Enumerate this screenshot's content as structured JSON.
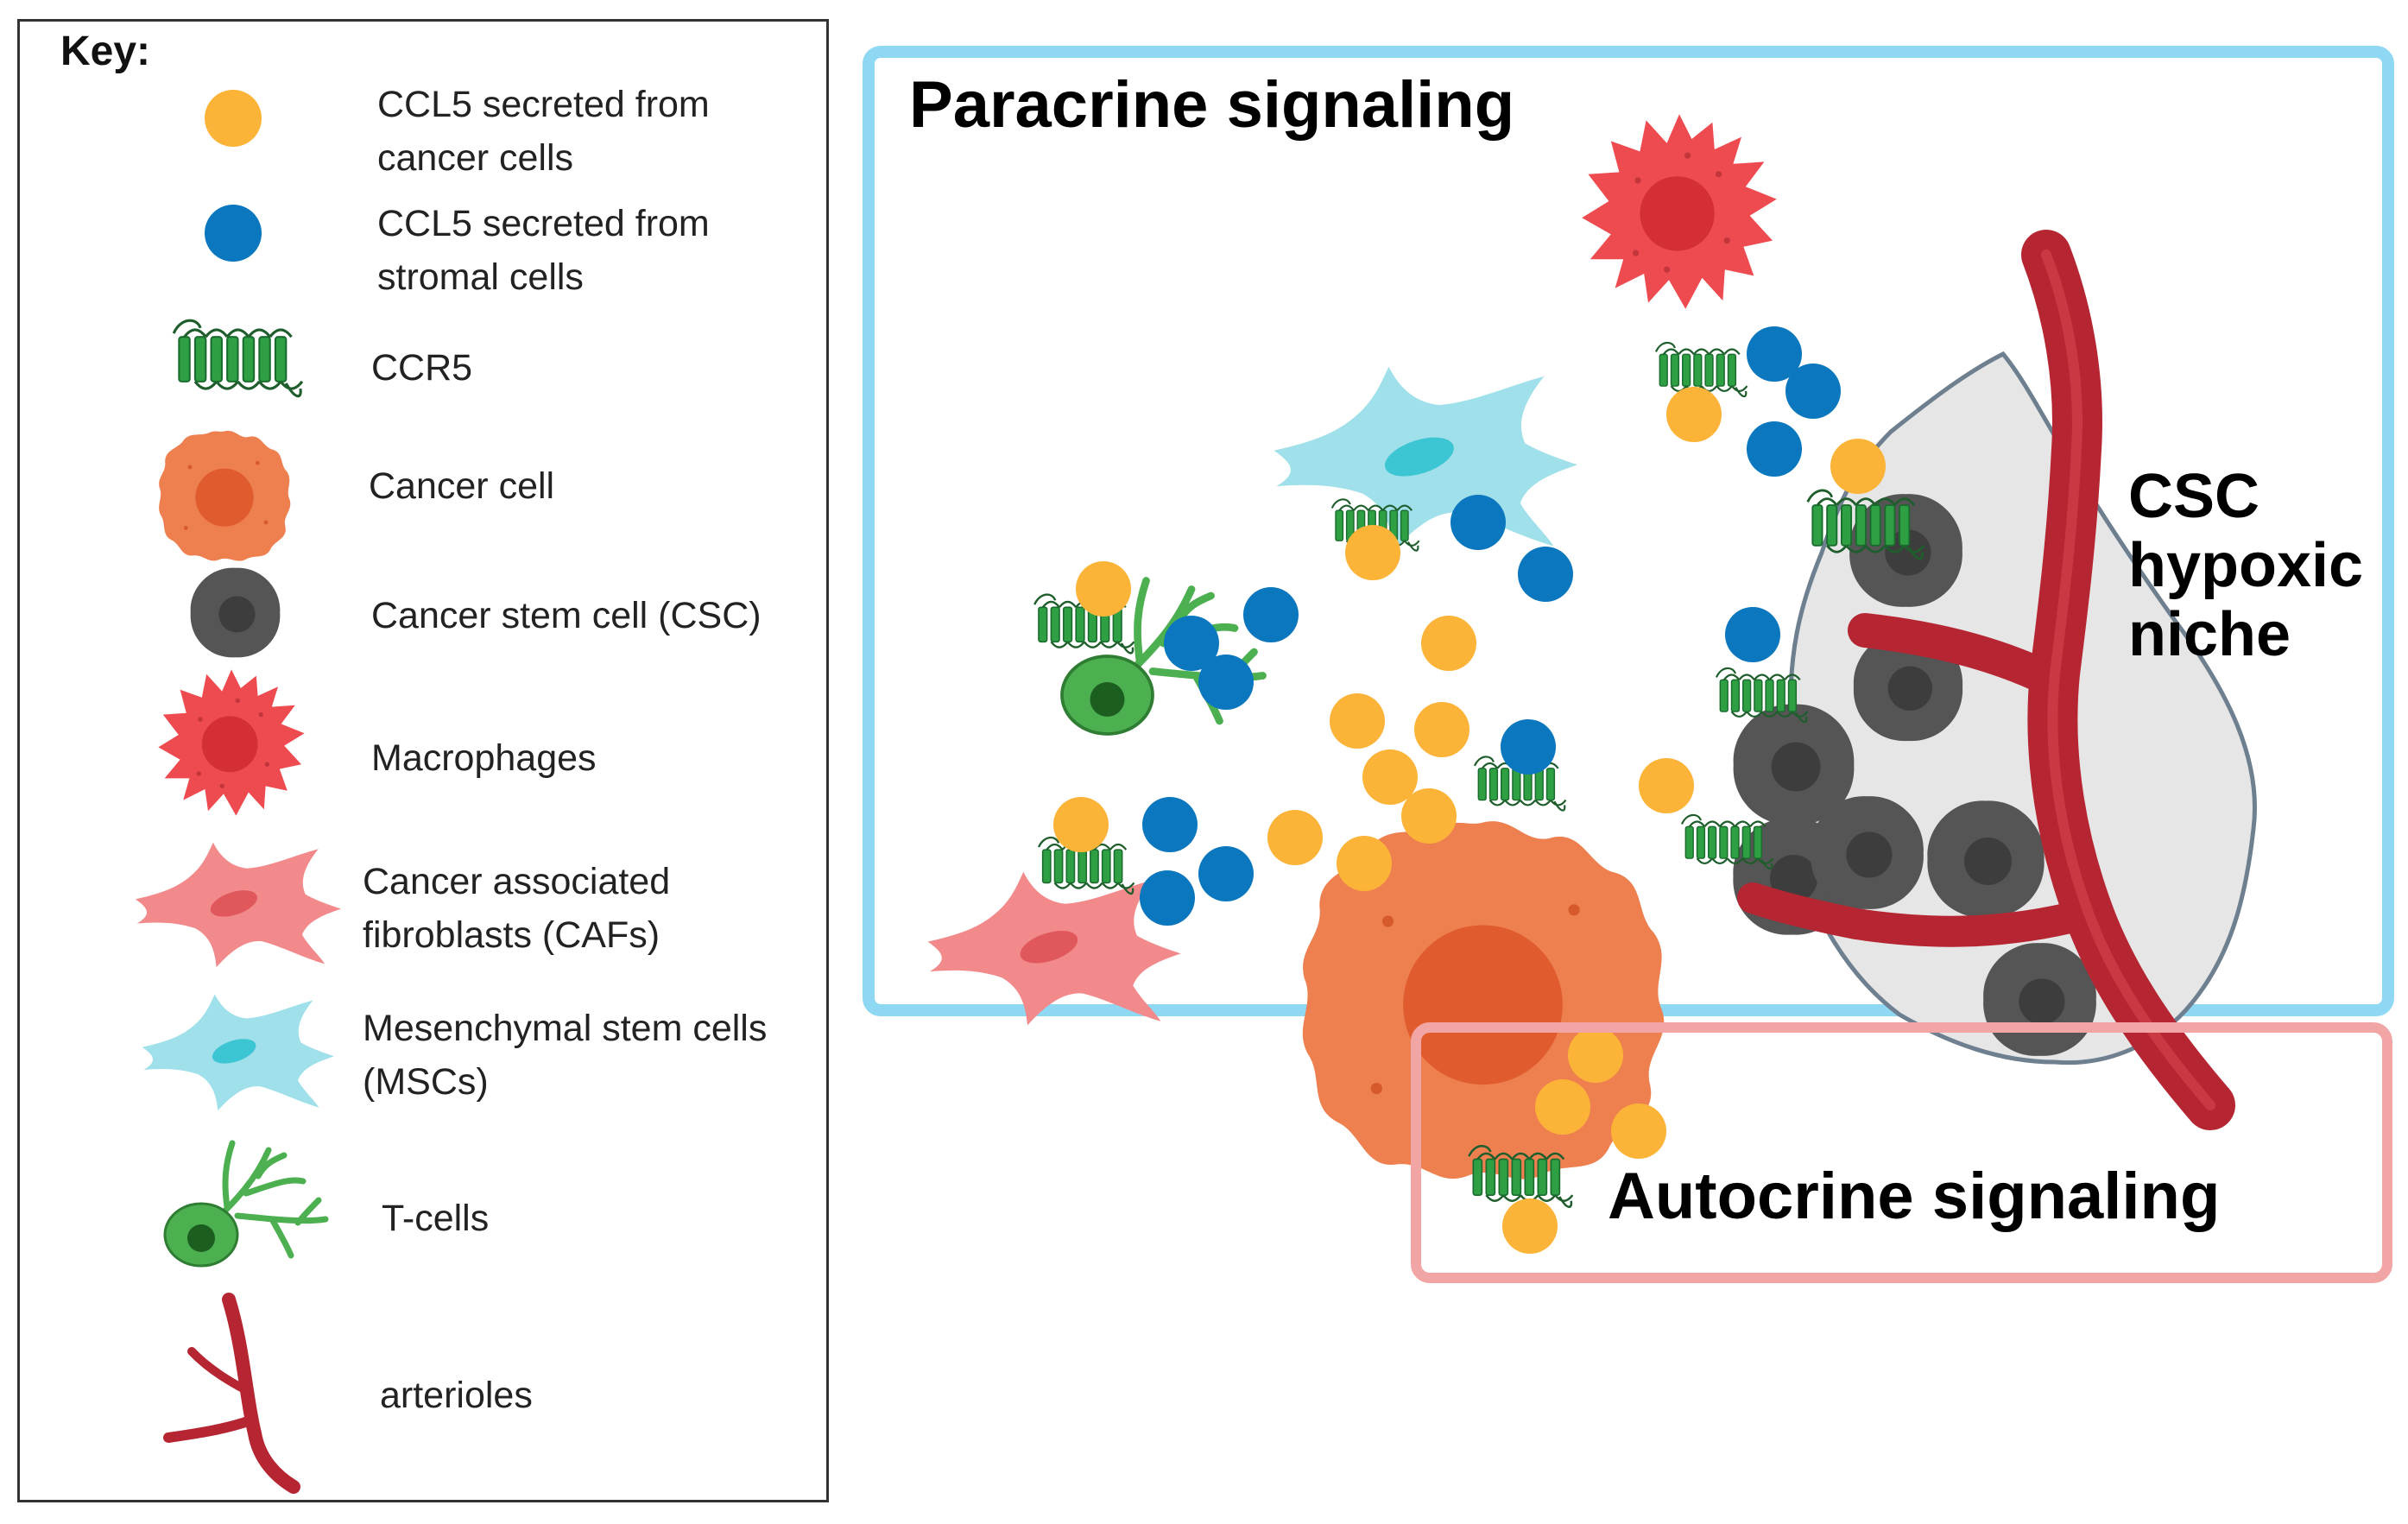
{
  "key": {
    "title": "Key:",
    "items": [
      {
        "id": "ccl5-cancer",
        "line1": "CCL5 secreted from",
        "line2": "cancer cells"
      },
      {
        "id": "ccl5-stromal",
        "line1": "CCL5 secreted from",
        "line2": "stromal cells"
      },
      {
        "id": "ccr5",
        "line1": "CCR5",
        "line2": ""
      },
      {
        "id": "cancer-cell",
        "line1": "Cancer cell",
        "line2": ""
      },
      {
        "id": "csc",
        "line1": "Cancer stem cell (CSC)",
        "line2": ""
      },
      {
        "id": "macrophages",
        "line1": "Macrophages",
        "line2": ""
      },
      {
        "id": "cafs",
        "line1": "Cancer associated",
        "line2": "fibroblasts (CAFs)"
      },
      {
        "id": "mscs",
        "line1": "Mesenchymal stem cells",
        "line2": "(MSCs)"
      },
      {
        "id": "t-cells",
        "line1": "T-cells",
        "line2": ""
      },
      {
        "id": "arterioles",
        "line1": "arterioles",
        "line2": ""
      }
    ]
  },
  "diagram": {
    "paracrine_title": "Paracrine signaling",
    "autocrine_title": "Autocrine signaling",
    "niche_line1": "CSC",
    "niche_line2": "hypoxic",
    "niche_line3": "niche"
  },
  "colors": {
    "ccl5_cancer": "#FBB338",
    "ccl5_stromal": "#0B77BE",
    "ccr5": "#2EA043",
    "cancer_cell": "#EE8050",
    "csc": "#555555",
    "macrophage": "#EE4B50",
    "caf": "#F28A8C",
    "msc": "#9FE0EA",
    "tcell": "#4CAF50",
    "arteriole": "#B62632",
    "paracrine_border": "#8FD8F4",
    "autocrine_border": "#F2A5A5"
  }
}
